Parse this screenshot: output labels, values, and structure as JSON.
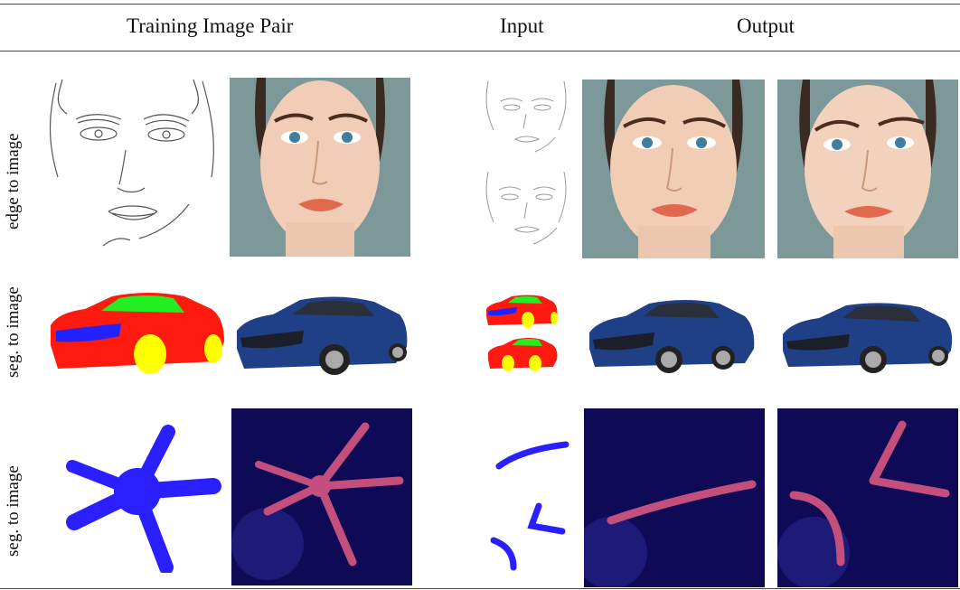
{
  "header": {
    "training_pair": "Training Image Pair",
    "input": "Input",
    "output": "Output"
  },
  "rows": [
    {
      "label": "edge to image"
    },
    {
      "label": "seg. to image"
    },
    {
      "label": "seg. to image"
    }
  ],
  "colors": {
    "face_background": "#7d9898",
    "skin": "#f1cdb7",
    "car_body_seg": "#ff1a10",
    "car_window_seg": "#22ee22",
    "car_wheel_seg": "#ffff00",
    "car_grille_seg": "#2222ff",
    "car_paint": "#1f3f86",
    "starfish_seg": "#2a1fff",
    "ocean_bg": "#0e0a55",
    "starfish": "#c54f7c"
  }
}
